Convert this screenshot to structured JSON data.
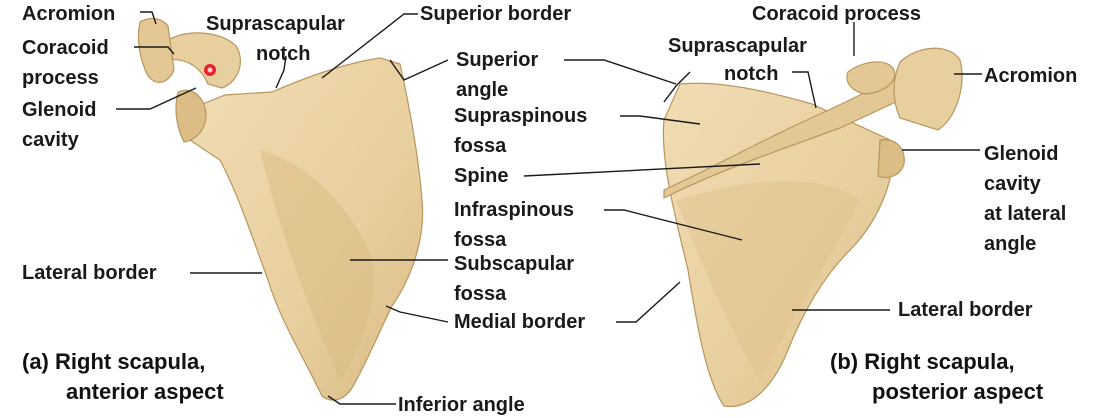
{
  "colors": {
    "bone": "#ead3a6",
    "bone_shadow": "#cdae78",
    "bone_edge": "#b8965e",
    "text": "#1a1a1a",
    "marker": "#e8232c"
  },
  "anterior": {
    "acromion": "Acromion",
    "coracoid_1": "Coracoid",
    "coracoid_2": "process",
    "glenoid_1": "Glenoid",
    "glenoid_2": "cavity",
    "suprascapular_1": "Suprascapular",
    "suprascapular_2": "notch",
    "superior_border": "Superior border",
    "lateral_border": "Lateral border",
    "inferior_angle": "Inferior angle",
    "caption_1": "(a) Right scapula,",
    "caption_2": "anterior aspect"
  },
  "middle": {
    "superior_angle_1": "Superior",
    "superior_angle_2": "angle",
    "supraspinous_1": "Supraspinous",
    "supraspinous_2": "fossa",
    "spine": "Spine",
    "infraspinous_1": "Infraspinous",
    "infraspinous_2": "fossa",
    "subscapular_1": "Subscapular",
    "subscapular_2": "fossa",
    "medial_border": "Medial border"
  },
  "posterior": {
    "coracoid_process": "Coracoid process",
    "suprascapular_1": "Suprascapular",
    "suprascapular_2": "notch",
    "acromion": "Acromion",
    "glenoid_1": "Glenoid",
    "glenoid_2": "cavity",
    "glenoid_3": "at lateral",
    "glenoid_4": "angle",
    "lateral_border": "Lateral border",
    "caption_1": "(b) Right scapula,",
    "caption_2": "posterior aspect"
  }
}
